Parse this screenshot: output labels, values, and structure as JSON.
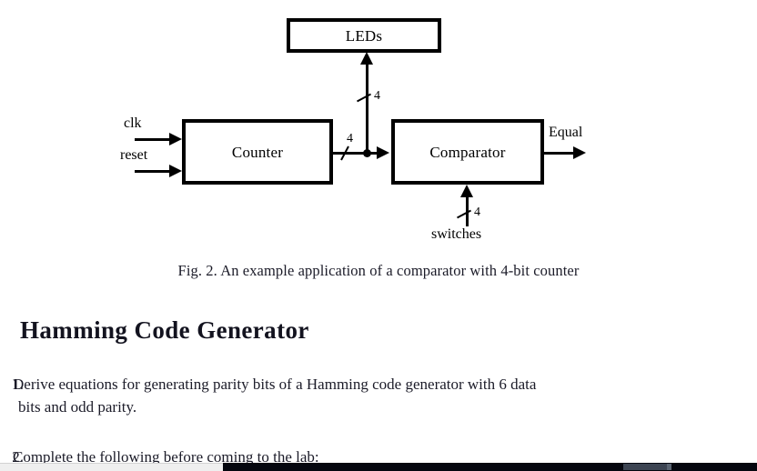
{
  "figure": {
    "blocks": [
      {
        "id": "leds",
        "label": "LEDs"
      },
      {
        "id": "counter",
        "label": "Counter"
      },
      {
        "id": "comparator",
        "label": "Comparator"
      }
    ],
    "inputs": [
      {
        "id": "clk",
        "label": "clk"
      },
      {
        "id": "reset",
        "label": "reset"
      },
      {
        "id": "switches",
        "label": "switches"
      }
    ],
    "outputs": [
      {
        "id": "equal",
        "label": "Equal"
      }
    ],
    "bus_widths": {
      "counter_to_comparator": "4",
      "counter_to_leds": "4",
      "switches_to_comparator": "4"
    },
    "line_color": "#000000"
  },
  "caption": {
    "text": "Fig. 2.  An example application of a comparator with 4-bit counter"
  },
  "heading": {
    "text": "Hamming Code Generator"
  },
  "list": {
    "items": [
      {
        "number": "1.",
        "line1": "Derive equations for generating parity bits of a Hamming code generator with 6 data",
        "line2": "bits and odd parity."
      },
      {
        "number": "2.",
        "line1": "Complete the following before coming to the lab:",
        "line2": ""
      }
    ]
  },
  "scrollbar": {
    "orientation": "horizontal",
    "track_color": "#05070f",
    "thumb_color": "#3c4452"
  }
}
